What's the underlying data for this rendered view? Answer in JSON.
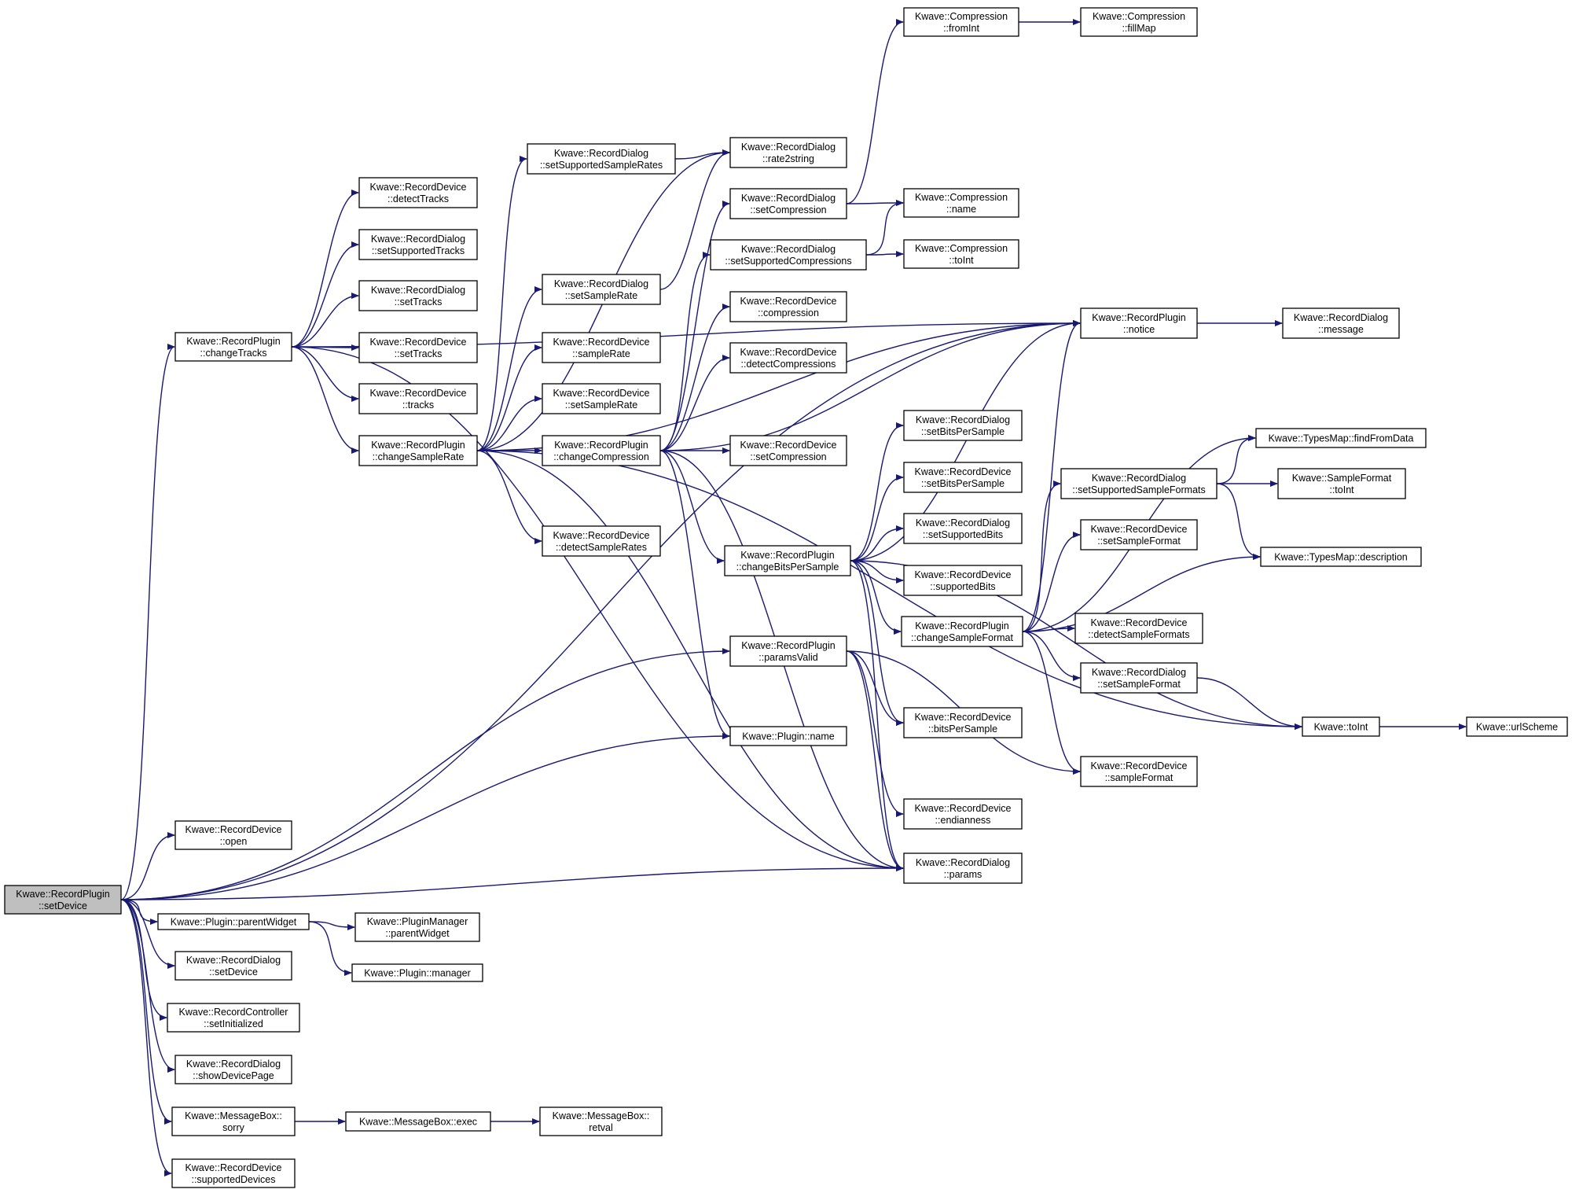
{
  "colors": {
    "edge": "#191970",
    "node_border": "#000000",
    "node_fill": "#ffffff",
    "root_fill": "#bfbfbf"
  },
  "nodes": [
    {
      "id": "setDevice",
      "lines": [
        "Kwave::RecordPlugin",
        "::setDevice"
      ],
      "root": true
    },
    {
      "id": "changeTracks",
      "lines": [
        "Kwave::RecordPlugin",
        "::changeTracks"
      ]
    },
    {
      "id": "rd_open",
      "lines": [
        "Kwave::RecordDevice",
        "::open"
      ]
    },
    {
      "id": "plugin_parentWidget",
      "lines": [
        "Kwave::Plugin::parentWidget"
      ]
    },
    {
      "id": "dlg_setDevice",
      "lines": [
        "Kwave::RecordDialog",
        "::setDevice"
      ]
    },
    {
      "id": "setInitialized",
      "lines": [
        "Kwave::RecordController",
        "::setInitialized"
      ]
    },
    {
      "id": "showDevicePage",
      "lines": [
        "Kwave::RecordDialog",
        "::showDevicePage"
      ]
    },
    {
      "id": "mb_sorry",
      "lines": [
        "Kwave::MessageBox::",
        "sorry"
      ]
    },
    {
      "id": "supportedDevices",
      "lines": [
        "Kwave::RecordDevice",
        "::supportedDevices"
      ]
    },
    {
      "id": "detectTracks",
      "lines": [
        "Kwave::RecordDevice",
        "::detectTracks"
      ]
    },
    {
      "id": "setSupportedTracks",
      "lines": [
        "Kwave::RecordDialog",
        "::setSupportedTracks"
      ]
    },
    {
      "id": "dlg_setTracks",
      "lines": [
        "Kwave::RecordDialog",
        "::setTracks"
      ]
    },
    {
      "id": "rd_setTracks",
      "lines": [
        "Kwave::RecordDevice",
        "::setTracks"
      ]
    },
    {
      "id": "rd_tracks",
      "lines": [
        "Kwave::RecordDevice",
        "::tracks"
      ]
    },
    {
      "id": "changeSampleRate",
      "lines": [
        "Kwave::RecordPlugin",
        "::changeSampleRate"
      ]
    },
    {
      "id": "pm_parentWidget",
      "lines": [
        "Kwave::PluginManager",
        "::parentWidget"
      ]
    },
    {
      "id": "plugin_manager",
      "lines": [
        "Kwave::Plugin::manager"
      ]
    },
    {
      "id": "mb_exec",
      "lines": [
        "Kwave::MessageBox::exec"
      ]
    },
    {
      "id": "setSupportedSampleRates",
      "lines": [
        "Kwave::RecordDialog",
        "::setSupportedSampleRates"
      ]
    },
    {
      "id": "dlg_setSampleRate",
      "lines": [
        "Kwave::RecordDialog",
        "::setSampleRate"
      ]
    },
    {
      "id": "rd_sampleRate",
      "lines": [
        "Kwave::RecordDevice",
        "::sampleRate"
      ]
    },
    {
      "id": "rd_setSampleRate",
      "lines": [
        "Kwave::RecordDevice",
        "::setSampleRate"
      ]
    },
    {
      "id": "changeCompression",
      "lines": [
        "Kwave::RecordPlugin",
        "::changeCompression"
      ]
    },
    {
      "id": "detectSampleRates",
      "lines": [
        "Kwave::RecordDevice",
        "::detectSampleRates"
      ]
    },
    {
      "id": "mb_retval",
      "lines": [
        "Kwave::MessageBox::",
        "retval"
      ]
    },
    {
      "id": "rate2string",
      "lines": [
        "Kwave::RecordDialog",
        "::rate2string"
      ]
    },
    {
      "id": "dlg_setCompression",
      "lines": [
        "Kwave::RecordDialog",
        "::setCompression"
      ]
    },
    {
      "id": "setSupportedCompressions",
      "lines": [
        "Kwave::RecordDialog",
        "::setSupportedCompressions"
      ]
    },
    {
      "id": "rd_compression",
      "lines": [
        "Kwave::RecordDevice",
        "::compression"
      ]
    },
    {
      "id": "detectCompressions",
      "lines": [
        "Kwave::RecordDevice",
        "::detectCompressions"
      ]
    },
    {
      "id": "rd_setCompression",
      "lines": [
        "Kwave::RecordDevice",
        "::setCompression"
      ]
    },
    {
      "id": "changeBitsPerSample",
      "lines": [
        "Kwave::RecordPlugin",
        "::changeBitsPerSample"
      ]
    },
    {
      "id": "paramsValid",
      "lines": [
        "Kwave::RecordPlugin",
        "::paramsValid"
      ]
    },
    {
      "id": "plugin_name",
      "lines": [
        "Kwave::Plugin::name"
      ]
    },
    {
      "id": "comp_fromInt",
      "lines": [
        "Kwave::Compression",
        "::fromInt"
      ]
    },
    {
      "id": "comp_name",
      "lines": [
        "Kwave::Compression",
        "::name"
      ]
    },
    {
      "id": "comp_toInt",
      "lines": [
        "Kwave::Compression",
        "::toInt"
      ]
    },
    {
      "id": "dlg_setBitsPerSample",
      "lines": [
        "Kwave::RecordDialog",
        "::setBitsPerSample"
      ]
    },
    {
      "id": "rd_setBitsPerSample",
      "lines": [
        "Kwave::RecordDevice",
        "::setBitsPerSample"
      ]
    },
    {
      "id": "setSupportedBits",
      "lines": [
        "Kwave::RecordDialog",
        "::setSupportedBits"
      ]
    },
    {
      "id": "supportedBits",
      "lines": [
        "Kwave::RecordDevice",
        "::supportedBits"
      ]
    },
    {
      "id": "changeSampleFormat",
      "lines": [
        "Kwave::RecordPlugin",
        "::changeSampleFormat"
      ]
    },
    {
      "id": "bitsPerSample",
      "lines": [
        "Kwave::RecordDevice",
        "::bitsPerSample"
      ]
    },
    {
      "id": "endianness",
      "lines": [
        "Kwave::RecordDevice",
        "::endianness"
      ]
    },
    {
      "id": "dlg_params",
      "lines": [
        "Kwave::RecordDialog",
        "::params"
      ]
    },
    {
      "id": "comp_fillMap",
      "lines": [
        "Kwave::Compression",
        "::fillMap"
      ]
    },
    {
      "id": "notice",
      "lines": [
        "Kwave::RecordPlugin",
        "::notice"
      ]
    },
    {
      "id": "setSupportedSampleFormats",
      "lines": [
        "Kwave::RecordDialog",
        "::setSupportedSampleFormats"
      ]
    },
    {
      "id": "rd_setSampleFormat",
      "lines": [
        "Kwave::RecordDevice",
        "::setSampleFormat"
      ]
    },
    {
      "id": "detectSampleFormats",
      "lines": [
        "Kwave::RecordDevice",
        "::detectSampleFormats"
      ]
    },
    {
      "id": "dlg_setSampleFormat",
      "lines": [
        "Kwave::RecordDialog",
        "::setSampleFormat"
      ]
    },
    {
      "id": "rd_sampleFormat",
      "lines": [
        "Kwave::RecordDevice",
        "::sampleFormat"
      ]
    },
    {
      "id": "dlg_message",
      "lines": [
        "Kwave::RecordDialog",
        "::message"
      ]
    },
    {
      "id": "findFromData",
      "lines": [
        "Kwave::TypesMap::findFromData"
      ]
    },
    {
      "id": "sf_toInt",
      "lines": [
        "Kwave::SampleFormat",
        "::toInt"
      ]
    },
    {
      "id": "tm_description",
      "lines": [
        "Kwave::TypesMap::description"
      ]
    },
    {
      "id": "kw_toInt",
      "lines": [
        "Kwave::toInt"
      ]
    },
    {
      "id": "urlScheme",
      "lines": [
        "Kwave::urlScheme"
      ]
    }
  ],
  "edges": [
    [
      "setDevice",
      "changeTracks"
    ],
    [
      "setDevice",
      "rd_open"
    ],
    [
      "setDevice",
      "plugin_parentWidget"
    ],
    [
      "setDevice",
      "dlg_setDevice"
    ],
    [
      "setDevice",
      "setInitialized"
    ],
    [
      "setDevice",
      "showDevicePage"
    ],
    [
      "setDevice",
      "mb_sorry"
    ],
    [
      "setDevice",
      "supportedDevices"
    ],
    [
      "setDevice",
      "notice"
    ],
    [
      "setDevice",
      "paramsValid"
    ],
    [
      "setDevice",
      "plugin_name"
    ],
    [
      "setDevice",
      "dlg_params"
    ],
    [
      "changeTracks",
      "detectTracks"
    ],
    [
      "changeTracks",
      "setSupportedTracks"
    ],
    [
      "changeTracks",
      "dlg_setTracks"
    ],
    [
      "changeTracks",
      "rd_setTracks"
    ],
    [
      "changeTracks",
      "rd_tracks"
    ],
    [
      "changeTracks",
      "changeSampleRate"
    ],
    [
      "changeTracks",
      "notice"
    ],
    [
      "changeTracks",
      "dlg_params"
    ],
    [
      "plugin_parentWidget",
      "pm_parentWidget"
    ],
    [
      "plugin_parentWidget",
      "plugin_manager"
    ],
    [
      "mb_sorry",
      "mb_exec"
    ],
    [
      "mb_exec",
      "mb_retval"
    ],
    [
      "changeSampleRate",
      "setSupportedSampleRates"
    ],
    [
      "changeSampleRate",
      "dlg_setSampleRate"
    ],
    [
      "changeSampleRate",
      "rd_sampleRate"
    ],
    [
      "changeSampleRate",
      "rd_setSampleRate"
    ],
    [
      "changeSampleRate",
      "changeCompression"
    ],
    [
      "changeSampleRate",
      "detectSampleRates"
    ],
    [
      "changeSampleRate",
      "rate2string"
    ],
    [
      "changeSampleRate",
      "notice"
    ],
    [
      "changeSampleRate",
      "dlg_params"
    ],
    [
      "changeSampleRate",
      "kw_toInt"
    ],
    [
      "setSupportedSampleRates",
      "rate2string"
    ],
    [
      "dlg_setSampleRate",
      "rate2string"
    ],
    [
      "changeCompression",
      "dlg_setCompression"
    ],
    [
      "changeCompression",
      "setSupportedCompressions"
    ],
    [
      "changeCompression",
      "rd_compression"
    ],
    [
      "changeCompression",
      "detectCompressions"
    ],
    [
      "changeCompression",
      "rd_setCompression"
    ],
    [
      "changeCompression",
      "changeBitsPerSample"
    ],
    [
      "changeCompression",
      "notice"
    ],
    [
      "changeCompression",
      "plugin_name"
    ],
    [
      "changeCompression",
      "dlg_params"
    ],
    [
      "dlg_setCompression",
      "comp_fromInt"
    ],
    [
      "dlg_setCompression",
      "comp_name"
    ],
    [
      "setSupportedCompressions",
      "comp_name"
    ],
    [
      "setSupportedCompressions",
      "comp_toInt"
    ],
    [
      "comp_fromInt",
      "comp_fillMap"
    ],
    [
      "changeBitsPerSample",
      "dlg_setBitsPerSample"
    ],
    [
      "changeBitsPerSample",
      "rd_setBitsPerSample"
    ],
    [
      "changeBitsPerSample",
      "setSupportedBits"
    ],
    [
      "changeBitsPerSample",
      "supportedBits"
    ],
    [
      "changeBitsPerSample",
      "changeSampleFormat"
    ],
    [
      "changeBitsPerSample",
      "bitsPerSample"
    ],
    [
      "changeBitsPerSample",
      "notice"
    ],
    [
      "changeBitsPerSample",
      "dlg_params"
    ],
    [
      "changeBitsPerSample",
      "kw_toInt"
    ],
    [
      "paramsValid",
      "bitsPerSample"
    ],
    [
      "paramsValid",
      "rd_sampleFormat"
    ],
    [
      "paramsValid",
      "endianness"
    ],
    [
      "paramsValid",
      "dlg_params"
    ],
    [
      "changeSampleFormat",
      "setSupportedSampleFormats"
    ],
    [
      "changeSampleFormat",
      "rd_setSampleFormat"
    ],
    [
      "changeSampleFormat",
      "detectSampleFormats"
    ],
    [
      "changeSampleFormat",
      "dlg_setSampleFormat"
    ],
    [
      "changeSampleFormat",
      "rd_sampleFormat"
    ],
    [
      "changeSampleFormat",
      "notice"
    ],
    [
      "changeSampleFormat",
      "findFromData"
    ],
    [
      "changeSampleFormat",
      "tm_description"
    ],
    [
      "setSupportedSampleFormats",
      "findFromData"
    ],
    [
      "setSupportedSampleFormats",
      "sf_toInt"
    ],
    [
      "setSupportedSampleFormats",
      "tm_description"
    ],
    [
      "dlg_setSampleFormat",
      "kw_toInt"
    ],
    [
      "notice",
      "dlg_message"
    ],
    [
      "kw_toInt",
      "urlScheme"
    ]
  ]
}
